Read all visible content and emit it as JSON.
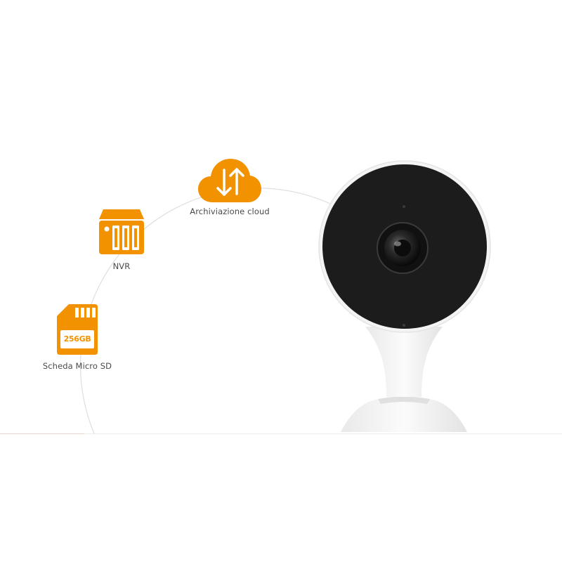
{
  "features": [
    {
      "key": "cloud",
      "label": "Archiviazione cloud",
      "icon": "cloud-upload-download-icon"
    },
    {
      "key": "nvr",
      "label": "NVR",
      "icon": "nvr-recorder-icon"
    },
    {
      "key": "sd",
      "label": "Scheda Micro SD",
      "icon": "micro-sd-card-icon",
      "badge": "256GB"
    }
  ],
  "colors": {
    "accent": "#f39200",
    "arc": "#dddddd",
    "label": "#4a4a4a",
    "camera_body": "#f6f6f6",
    "camera_face": "#1c1c1c"
  }
}
